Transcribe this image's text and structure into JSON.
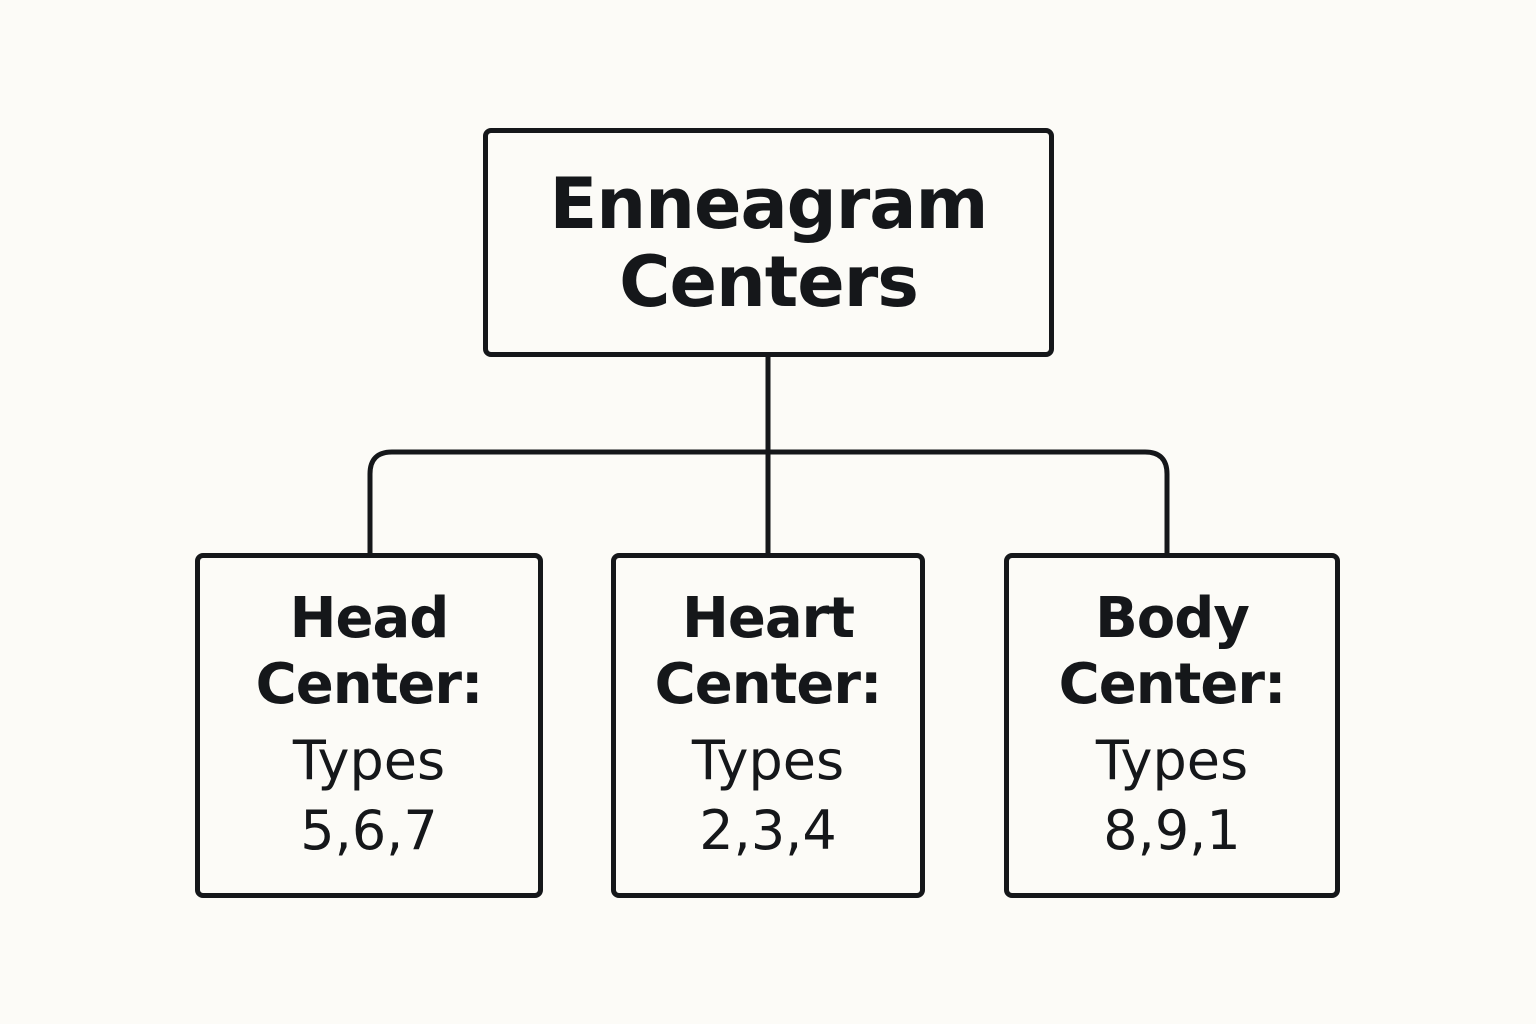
{
  "root": {
    "title_line1": "Enneagram",
    "title_line2": "Centers"
  },
  "centers": [
    {
      "name_line1": "Head",
      "name_line2": "Center:",
      "types_label": "Types",
      "types": "5,6,7"
    },
    {
      "name_line1": "Heart",
      "name_line2": "Center:",
      "types_label": "Types",
      "types": "2,3,4"
    },
    {
      "name_line1": "Body",
      "name_line2": "Center:",
      "types_label": "Types",
      "types": "8,9,1"
    }
  ],
  "colors": {
    "background": "#fcfbf7",
    "stroke": "#15171a"
  }
}
